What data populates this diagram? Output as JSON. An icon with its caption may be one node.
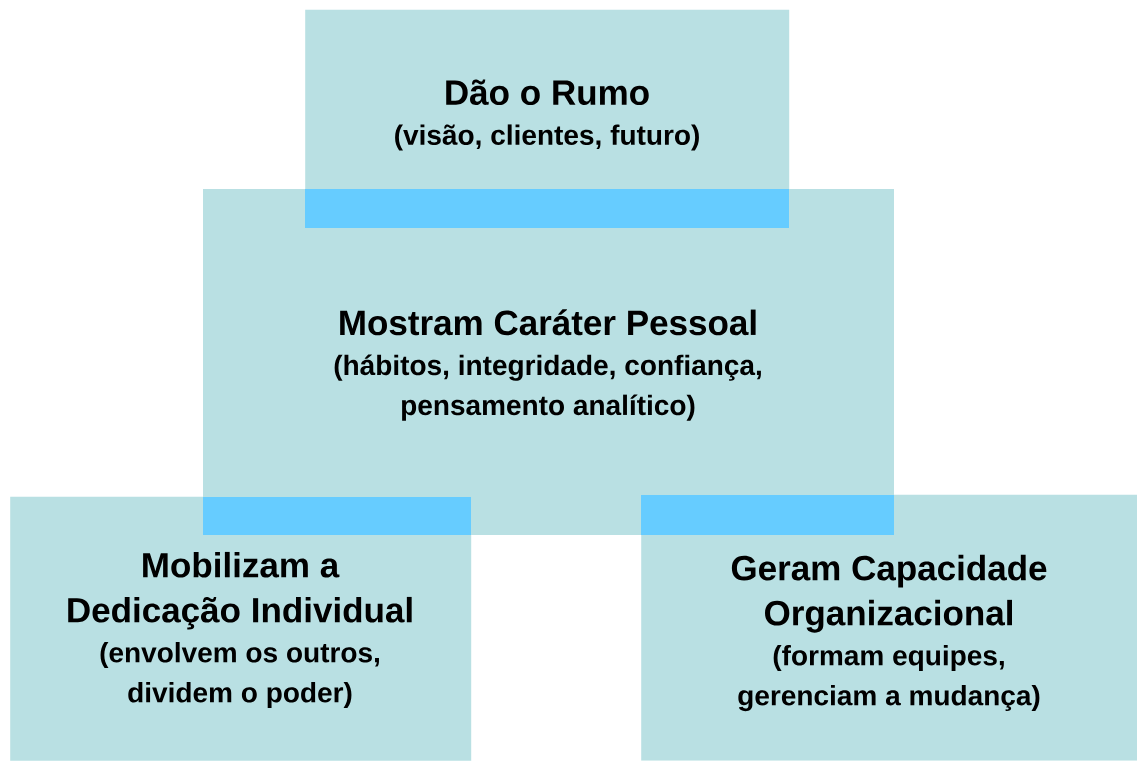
{
  "diagram": {
    "nodes": [
      {
        "text": [
          "Dão o Rumo",
          "(visão, clientes, futuro)"
        ]
      },
      {
        "text": [
          "Mostram Caráter Pessoal",
          "(hábitos, integridade, confiança, pensamento analítico)"
        ]
      },
      {
        "text": [
          "Mobilizam a Dedicação Individual",
          "(envolvem os outros, dividem o poder)"
        ]
      },
      {
        "text": [
          "Geram Capacidade Organizacional",
          "(formam equipes, gerenciam a mudança)"
        ]
      }
    ]
  }
}
